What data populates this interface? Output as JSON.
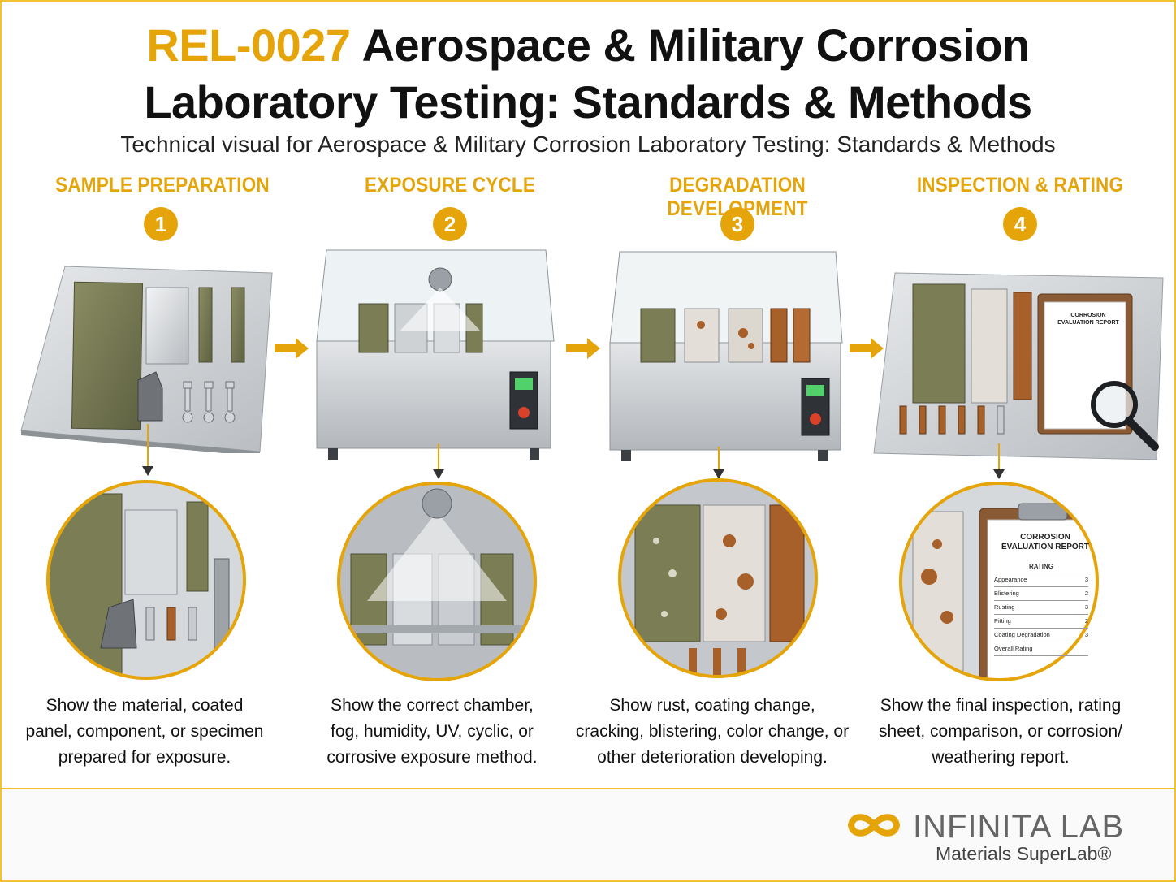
{
  "header": {
    "code": "REL-0027",
    "title_line1": "Aerospace & Military Corrosion",
    "title_line2": "Laboratory Testing: Standards & Methods",
    "subtitle": "Technical visual for Aerospace & Military Corrosion Laboratory Testing: Standards & Methods"
  },
  "steps": [
    {
      "number": "1",
      "label": "SAMPLE PREPARATION",
      "description": [
        "Show the material, coated",
        "panel, component, or specimen",
        "prepared for exposure."
      ]
    },
    {
      "number": "2",
      "label": "EXPOSURE CYCLE",
      "description": [
        "Show the correct chamber,",
        "fog, humidity, UV, cyclic, or",
        "corrosive exposure method."
      ]
    },
    {
      "number": "3",
      "label": "DEGRADATION DEVELOPMENT",
      "description": [
        "Show rust, coating change,",
        "cracking, blistering, color change, or",
        "other deterioration developing."
      ]
    },
    {
      "number": "4",
      "label": "INSPECTION & RATING",
      "description": [
        "Show the final inspection, rating",
        "sheet, comparison, or corrosion/",
        "weathering report."
      ]
    }
  ],
  "report": {
    "title_line1": "CORROSION",
    "title_line2": "EVALUATION REPORT",
    "column_header": "RATING",
    "rows": [
      {
        "label": "Appearance",
        "value": "3"
      },
      {
        "label": "Blistering",
        "value": "2"
      },
      {
        "label": "Rusting",
        "value": "3"
      },
      {
        "label": "Pitting",
        "value": "2"
      },
      {
        "label": "Coating Degradation",
        "value": "3"
      },
      {
        "label": "Overall Rating",
        "value": ""
      }
    ]
  },
  "footer": {
    "brand": "INFINITA LAB",
    "tagline": "Materials SuperLab®"
  },
  "colors": {
    "accent": "#e5a50a",
    "frame": "#f1c232",
    "panel_green": "#7b7d55",
    "steel": "#cfd2d5",
    "rust": "#a8602a"
  }
}
